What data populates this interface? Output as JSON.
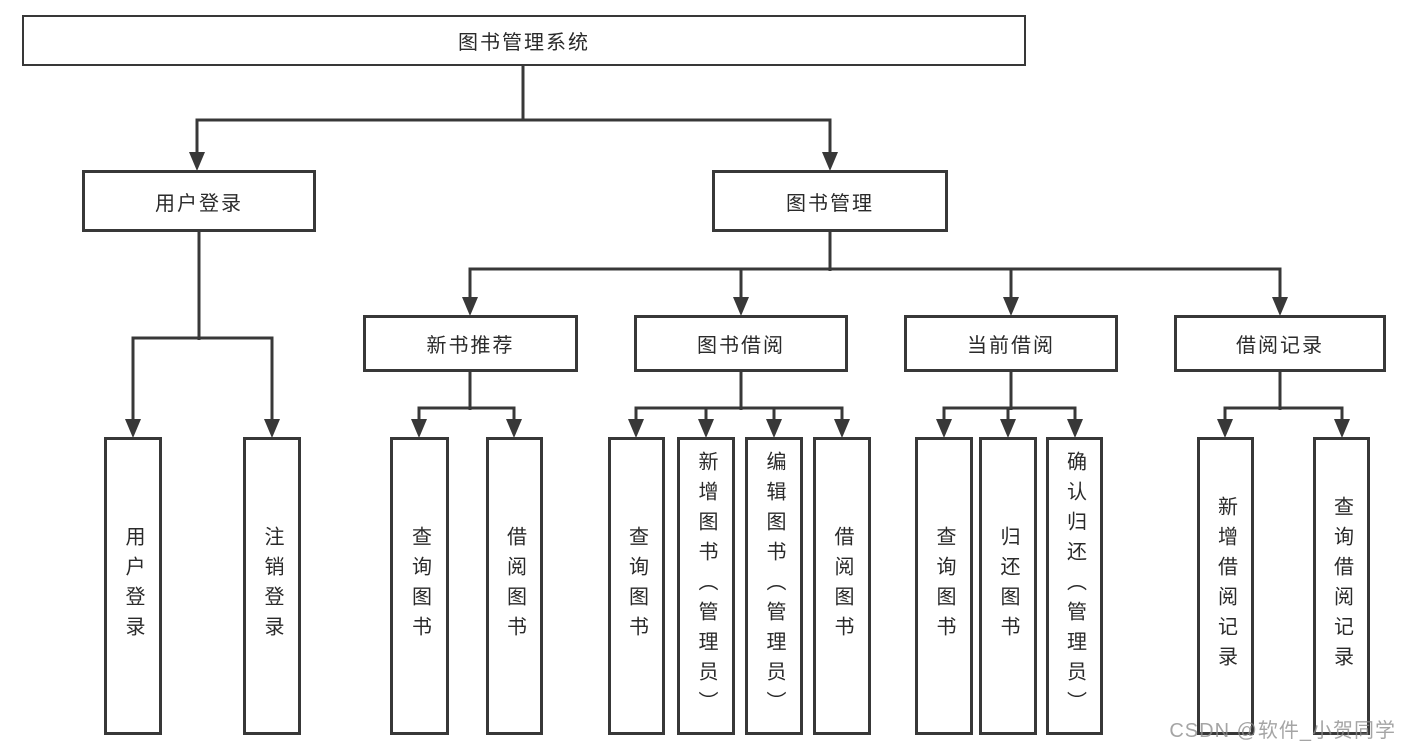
{
  "colors": {
    "line": "#383838",
    "box_border": "#383838",
    "text": "#2a2a2a",
    "watermark": "#8c8c8c",
    "background": "#ffffff"
  },
  "watermark": {
    "text": "CSDN @软件_小贺同学"
  },
  "tree": {
    "label": "图书管理系统",
    "children": [
      {
        "label": "用户登录",
        "children": [
          {
            "label": "用户登录"
          },
          {
            "label": "注销登录"
          }
        ]
      },
      {
        "label": "图书管理",
        "children": [
          {
            "label": "新书推荐",
            "children": [
              {
                "label": "查询图书"
              },
              {
                "label": "借阅图书"
              }
            ]
          },
          {
            "label": "图书借阅",
            "children": [
              {
                "label": "查询图书"
              },
              {
                "label": "新增图书（管理员）"
              },
              {
                "label": "编辑图书（管理员）"
              },
              {
                "label": "借阅图书"
              }
            ]
          },
          {
            "label": "当前借阅",
            "children": [
              {
                "label": "查询图书"
              },
              {
                "label": "归还图书"
              },
              {
                "label": "确认归还（管理员）"
              }
            ]
          },
          {
            "label": "借阅记录",
            "children": [
              {
                "label": "新增借阅记录"
              },
              {
                "label": "查询借阅记录"
              }
            ]
          }
        ]
      }
    ]
  }
}
